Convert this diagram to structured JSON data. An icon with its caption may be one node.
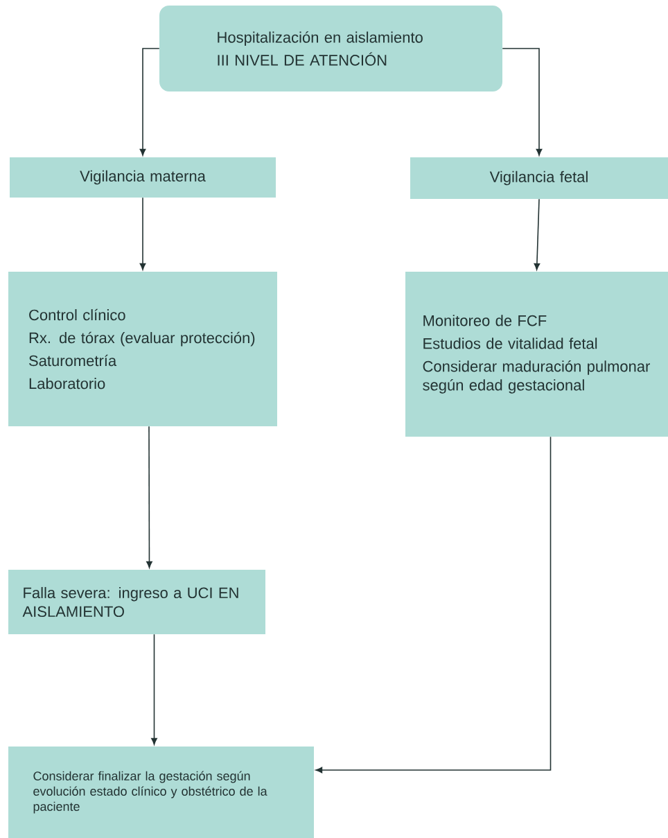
{
  "diagram": {
    "nodes": [
      {
        "text": [
          "Hospitalización en aislamiento",
          "III NIVEL DE ATENCIÓN"
        ]
      },
      {
        "text": [
          "Vigilancia materna"
        ]
      },
      {
        "text": [
          "Vigilancia fetal"
        ]
      },
      {
        "text": [
          "Control clínico",
          "Rx. de tórax (evaluar protección)",
          "Saturometría",
          "Laboratorio"
        ]
      },
      {
        "text": [
          "Monitoreo de FCF",
          "Estudios de vitalidad fetal",
          "Considerar maduración pulmonar según edad gestacional"
        ]
      },
      {
        "text": [
          "Falla severa: ingreso a UCI EN AISLAMIENTO"
        ]
      },
      {
        "text": [
          "Considerar finalizar la gestación según evolución estado clínico y obstétrico de la paciente"
        ]
      }
    ],
    "edges": [
      {
        "from": 0,
        "to": 1,
        "arrow": "to"
      },
      {
        "from": 0,
        "to": 2,
        "arrow": "to"
      },
      {
        "from": 1,
        "to": 3,
        "arrow": "to"
      },
      {
        "from": 2,
        "to": 4,
        "arrow": "to"
      },
      {
        "from": 3,
        "to": 5,
        "arrow": "to"
      },
      {
        "from": 5,
        "to": 6,
        "arrow": "to"
      },
      {
        "from": 4,
        "to": 6,
        "arrow": "to"
      }
    ]
  }
}
